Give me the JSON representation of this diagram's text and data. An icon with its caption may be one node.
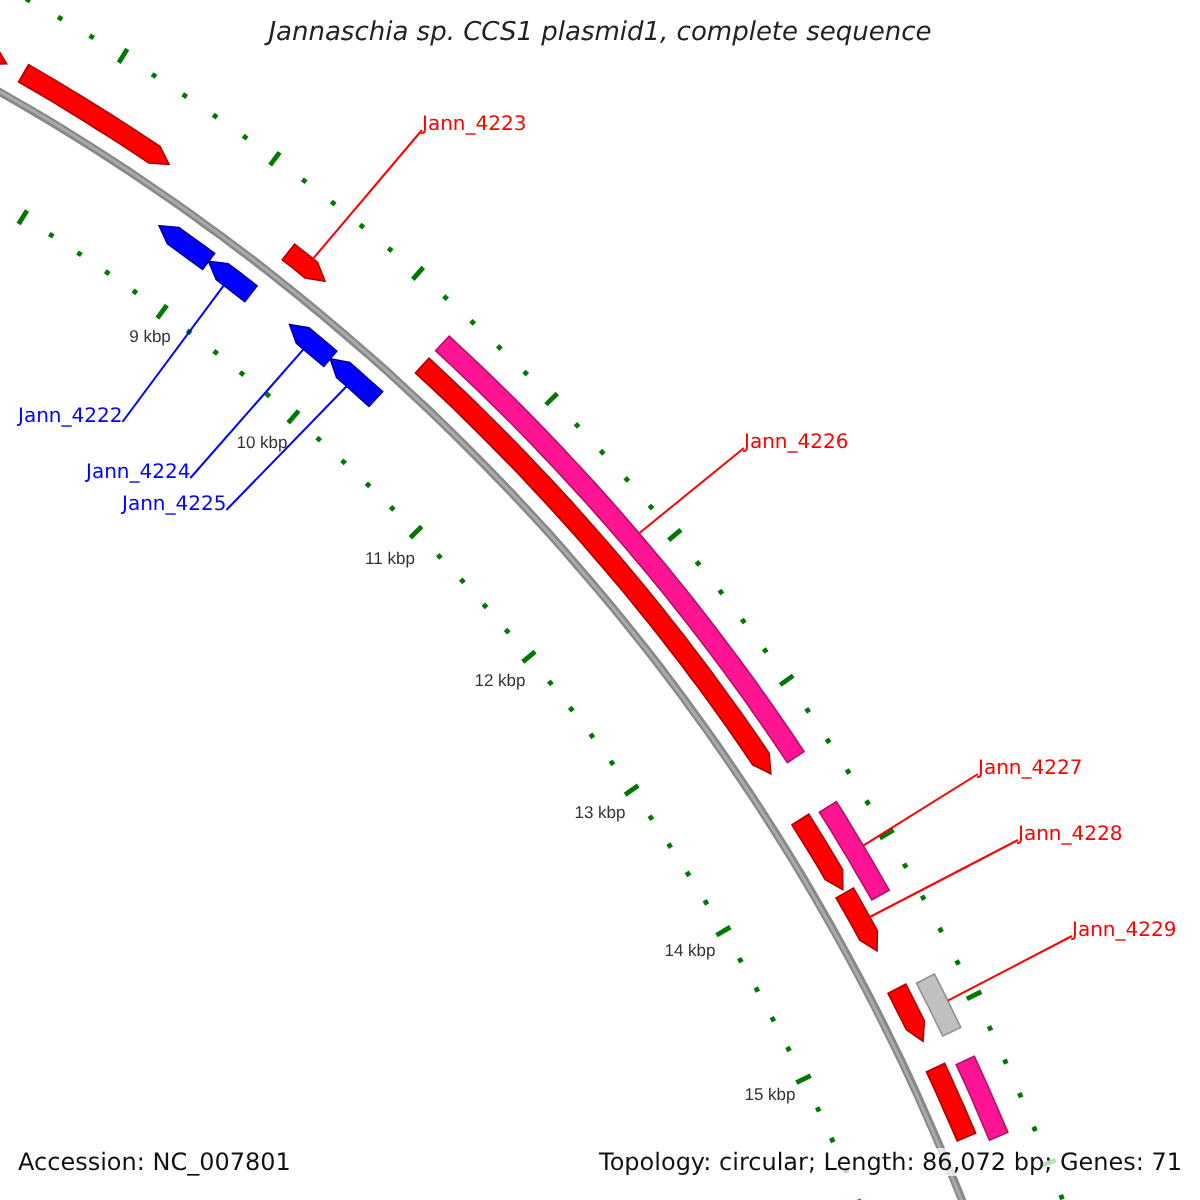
{
  "diagram": {
    "title": "Jannaschia sp. CCS1 plasmid1, complete sequence",
    "nodes": [
      {
        "text": [],
        "shape": "pentagon"
      },
      {
        "text": [],
        "shape": "pentagon"
      },
      {
        "text": [],
        "shape": "pentagon"
      },
      {
        "text": [],
        "shape": "pentagon"
      },
      {
        "text": [],
        "shape": "pentagon"
      },
      {
        "text": [],
        "shape": "pentagon"
      },
      {
        "text": [],
        "shape": "pentagon"
      },
      {
        "text": [],
        "shape": "bar"
      },
      {
        "text": [],
        "shape": "pentagon"
      },
      {
        "text": [],
        "shape": "bar"
      },
      {
        "text": [],
        "shape": "pentagon"
      },
      {
        "text": [],
        "shape": "pentagon"
      },
      {
        "text": [],
        "shape": "bar"
      },
      {
        "text": [],
        "shape": "pentagon"
      },
      {
        "text": [],
        "shape": "bar"
      },
      {
        "text": [],
        "shape": "pentagon"
      },
      {
        "text": [
          "Jann_4223"
        ]
      },
      {
        "text": [
          "Jann_4222"
        ]
      },
      {
        "text": [
          "Jann_4226"
        ]
      },
      {
        "text": [
          "Jann_4224"
        ]
      },
      {
        "text": [
          "Jann_4225"
        ]
      },
      {
        "text": [
          "Jann_4227"
        ]
      },
      {
        "text": [
          "Jann_4228"
        ]
      },
      {
        "text": [
          "Jann_4229"
        ]
      }
    ],
    "edges": [
      {
        "from": 16,
        "to": 4,
        "arrow": "none"
      },
      {
        "from": 17,
        "to": 3,
        "arrow": "none",
        "color": "#0000ff"
      },
      {
        "from": 18,
        "to": 7,
        "arrow": "none"
      },
      {
        "from": 19,
        "to": 5,
        "arrow": "none",
        "color": "#0000ff"
      },
      {
        "from": 20,
        "to": 6,
        "arrow": "none",
        "color": "#0000ff"
      },
      {
        "from": 21,
        "to": 9,
        "arrow": "none"
      },
      {
        "from": 22,
        "to": 11,
        "arrow": "none"
      },
      {
        "from": 23,
        "to": 12,
        "arrow": "none"
      }
    ],
    "labels": [
      "9 kbp",
      "10 kbp",
      "11 kbp",
      "12 kbp",
      "13 kbp",
      "14 kbp",
      "15 kbp",
      "Accession: NC_007801",
      "Topology: circular; Length: 86,072 bp; Genes: 71"
    ]
  }
}
